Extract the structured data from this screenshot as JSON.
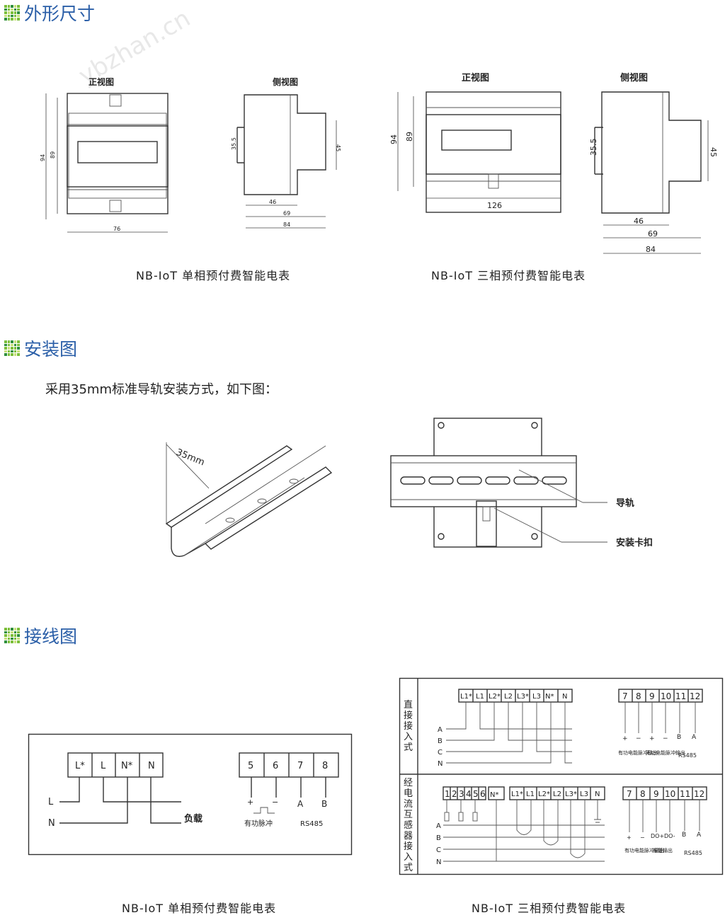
{
  "sections": {
    "dimensions": {
      "title": "外形尺寸"
    },
    "installation": {
      "title": "安装图",
      "text": "采用35mm标准导轨安装方式，如下图："
    },
    "wiring": {
      "title": "接线图"
    }
  },
  "watermark": "ybzhan.cn",
  "dimension_drawings": {
    "single": {
      "caption": "NB-IoT 单相预付费智能电表",
      "front_label": "正视图",
      "side_label": "侧视图",
      "front_dims": [
        "94",
        "89",
        "76"
      ],
      "side_dims": [
        "35.5",
        "45",
        "46",
        "69",
        "84"
      ]
    },
    "three": {
      "caption": "NB-IoT 三相预付费智能电表",
      "front_label": "正视图",
      "side_label": "侧视图",
      "front_dims": [
        "94",
        "89",
        "126"
      ],
      "side_dims": [
        "35.5",
        "45",
        "46",
        "69",
        "84"
      ]
    }
  },
  "rail_drawing": {
    "width_label": "35mm",
    "callouts": [
      "导轨",
      "安装卡扣"
    ]
  },
  "wiring_single": {
    "caption": "NB-IoT 单相预付费智能电表",
    "terminals": [
      "L*",
      "L",
      "N*",
      "N"
    ],
    "aux_terminals": [
      "5",
      "6",
      "7",
      "8"
    ],
    "lines": [
      "L",
      "N"
    ],
    "load": "负载",
    "pulse_label": "有功脉冲",
    "rs485_label": "RS485",
    "signs": [
      "+",
      "−",
      "A",
      "B"
    ]
  },
  "wiring_three": {
    "caption": "NB-IoT 三相预付费智能电表",
    "direct_label": "直接接入式",
    "ct_label": "经电流互感器接入式",
    "direct_terminals": [
      "L1*",
      "L1",
      "L2*",
      "L2",
      "L3*",
      "L3",
      "N*",
      "N"
    ],
    "ct_left_terminals": [
      "1",
      "2",
      "3",
      "4",
      "5",
      "6",
      "N*"
    ],
    "ct_right_terminals": [
      "L1*",
      "L1",
      "L2*",
      "L2",
      "L3*",
      "L3",
      "N"
    ],
    "aux_terminals": [
      "7",
      "8",
      "9",
      "10",
      "11",
      "12"
    ],
    "phases": [
      "A",
      "B",
      "C",
      "N"
    ],
    "direct_out_labels": [
      "有功电能脉冲输出",
      "无功电能脉冲输出",
      "RS485"
    ],
    "ct_out_labels": [
      "有功电能脉冲输出",
      "报警输出",
      "RS485"
    ],
    "do_labels": [
      "DO+",
      "DO-"
    ],
    "signs": [
      "+",
      "−",
      "+",
      "−",
      "B",
      "A"
    ]
  }
}
